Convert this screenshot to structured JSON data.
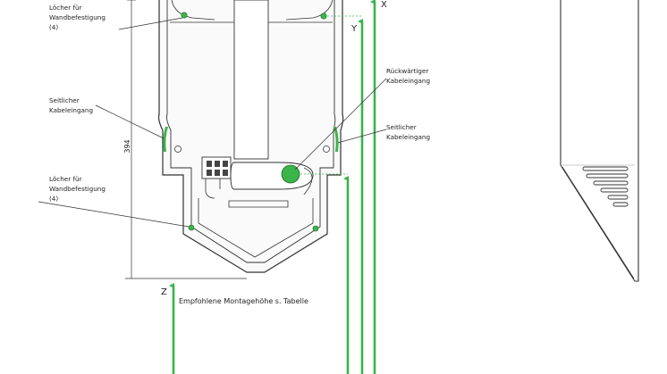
{
  "labels": {
    "holes_top": [
      "Löcher für",
      "Wandbefestigung",
      "(4)"
    ],
    "side_entry_left": [
      "Seitlicher",
      "Kabeleingang"
    ],
    "holes_bottom": [
      "Löcher für",
      "Wandbefestigung",
      "(4)"
    ],
    "rear_entry": [
      "Rückwärtiger",
      "Kabeleingang"
    ],
    "side_entry_right": [
      "Seitlicher",
      "Kabeleingang"
    ],
    "mounting_height": "Empfohlene Montagehöhe s. Tabelle"
  },
  "dimension": "394",
  "axes": {
    "x": "X",
    "y": "Y",
    "z": "Z"
  },
  "colors": {
    "accent": "#3bb44a",
    "line": "#333333",
    "fill_light": "#f5f5f5"
  }
}
